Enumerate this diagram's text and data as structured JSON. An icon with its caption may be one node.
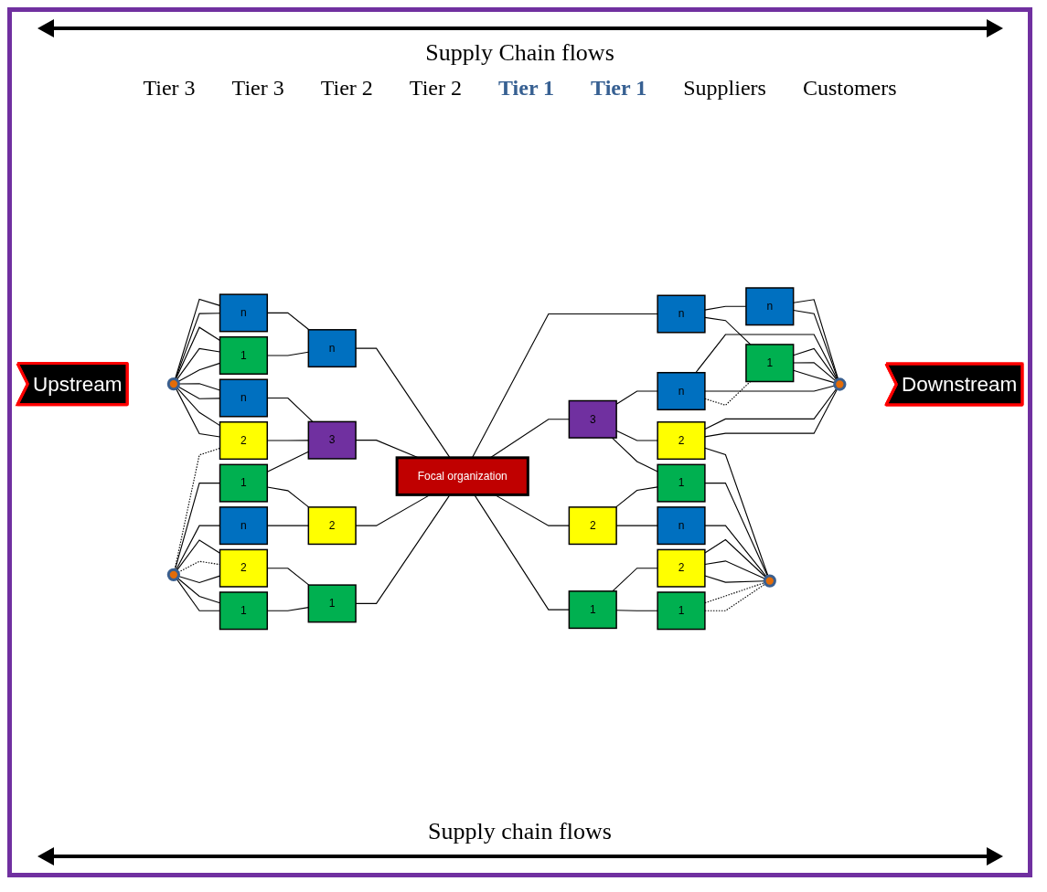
{
  "diagram": {
    "nodes": [
      {
        "text": [
          "Upstream"
        ]
      },
      {
        "text": [],
        "shape": "ellipse"
      },
      {
        "text": [],
        "shape": "ellipse"
      },
      {
        "text": [
          "1"
        ]
      },
      {
        "text": [
          "2"
        ]
      },
      {
        "text": [
          "n"
        ]
      },
      {
        "text": [
          "1"
        ]
      },
      {
        "text": [
          "2"
        ]
      },
      {
        "text": [
          "n"
        ]
      },
      {
        "text": [
          "1"
        ]
      },
      {
        "text": [
          "n"
        ]
      },
      {
        "text": [
          "1"
        ]
      },
      {
        "text": [
          "2"
        ]
      },
      {
        "text": [
          "3"
        ]
      },
      {
        "text": [
          "n"
        ]
      },
      {
        "text": [
          "Focal organization"
        ]
      },
      {
        "text": [
          "1"
        ]
      },
      {
        "text": [
          "2"
        ]
      },
      {
        "text": [
          "3"
        ]
      },
      {
        "text": [
          "n"
        ]
      },
      {
        "text": [
          "1"
        ]
      },
      {
        "text": [
          "2"
        ]
      },
      {
        "text": [
          "n"
        ]
      },
      {
        "text": [
          "1"
        ]
      },
      {
        "text": [
          "2"
        ]
      },
      {
        "text": [
          "n"
        ]
      },
      {
        "text": [
          "1"
        ]
      },
      {
        "text": [
          "n"
        ]
      },
      {
        "text": [],
        "shape": "ellipse"
      },
      {
        "text": [],
        "shape": "ellipse"
      },
      {
        "text": [
          "Downstream"
        ]
      }
    ],
    "edges": [
      {
        "from": 2,
        "to": 3,
        "arrow": "none"
      },
      {
        "from": 2,
        "to": 3,
        "arrow": "none"
      },
      {
        "from": 2,
        "to": 4,
        "arrow": "none"
      },
      {
        "from": 2,
        "to": 4,
        "arrow": "none",
        "style": "dashed"
      },
      {
        "from": 2,
        "to": 4,
        "arrow": "none"
      },
      {
        "from": 2,
        "to": 5,
        "arrow": "none"
      },
      {
        "from": 2,
        "to": 6,
        "arrow": "none"
      },
      {
        "from": 2,
        "to": 7,
        "arrow": "none",
        "style": "dashed"
      },
      {
        "from": 1,
        "to": 7,
        "arrow": "none"
      },
      {
        "from": 1,
        "to": 7,
        "arrow": "none"
      },
      {
        "from": 1,
        "to": 8,
        "arrow": "none"
      },
      {
        "from": 1,
        "to": 8,
        "arrow": "none"
      },
      {
        "from": 1,
        "to": 9,
        "arrow": "none"
      },
      {
        "from": 1,
        "to": 9,
        "arrow": "none"
      },
      {
        "from": 1,
        "to": 9,
        "arrow": "none"
      },
      {
        "from": 1,
        "to": 10,
        "arrow": "none"
      },
      {
        "from": 1,
        "to": 10,
        "arrow": "none"
      },
      {
        "from": 3,
        "to": 11,
        "arrow": "none"
      },
      {
        "from": 4,
        "to": 11,
        "arrow": "none"
      },
      {
        "from": 5,
        "to": 12,
        "arrow": "none"
      },
      {
        "from": 6,
        "to": 12,
        "arrow": "none"
      },
      {
        "from": 6,
        "to": 13,
        "arrow": "none"
      },
      {
        "from": 7,
        "to": 13,
        "arrow": "none"
      },
      {
        "from": 8,
        "to": 13,
        "arrow": "none"
      },
      {
        "from": 9,
        "to": 14,
        "arrow": "none"
      },
      {
        "from": 10,
        "to": 14,
        "arrow": "none"
      },
      {
        "from": 11,
        "to": 15,
        "arrow": "none"
      },
      {
        "from": 12,
        "to": 15,
        "arrow": "none"
      },
      {
        "from": 13,
        "to": 15,
        "arrow": "none"
      },
      {
        "from": 14,
        "to": 15,
        "arrow": "none"
      },
      {
        "from": 15,
        "to": 16,
        "arrow": "none"
      },
      {
        "from": 15,
        "to": 17,
        "arrow": "none"
      },
      {
        "from": 15,
        "to": 18,
        "arrow": "none"
      },
      {
        "from": 15,
        "to": 19,
        "arrow": "none"
      },
      {
        "from": 16,
        "to": 20,
        "arrow": "none"
      },
      {
        "from": 16,
        "to": 21,
        "arrow": "none"
      },
      {
        "from": 17,
        "to": 22,
        "arrow": "none"
      },
      {
        "from": 17,
        "to": 23,
        "arrow": "none"
      },
      {
        "from": 18,
        "to": 23,
        "arrow": "none"
      },
      {
        "from": 18,
        "to": 24,
        "arrow": "none"
      },
      {
        "from": 18,
        "to": 25,
        "arrow": "none"
      },
      {
        "from": 19,
        "to": 26,
        "arrow": "none"
      },
      {
        "from": 19,
        "to": 27,
        "arrow": "none"
      },
      {
        "from": 25,
        "to": 26,
        "arrow": "none",
        "style": "dashed"
      },
      {
        "from": 20,
        "to": 28,
        "arrow": "none",
        "style": "dashed"
      },
      {
        "from": 20,
        "to": 28,
        "arrow": "none",
        "style": "dashed"
      },
      {
        "from": 21,
        "to": 28,
        "arrow": "none"
      },
      {
        "from": 21,
        "to": 28,
        "arrow": "none"
      },
      {
        "from": 21,
        "to": 28,
        "arrow": "none"
      },
      {
        "from": 22,
        "to": 28,
        "arrow": "none"
      },
      {
        "from": 23,
        "to": 28,
        "arrow": "none"
      },
      {
        "from": 24,
        "to": 28,
        "arrow": "none"
      },
      {
        "from": 24,
        "to": 29,
        "arrow": "none"
      },
      {
        "from": 24,
        "to": 29,
        "arrow": "none"
      },
      {
        "from": 25,
        "to": 29,
        "arrow": "none"
      },
      {
        "from": 25,
        "to": 29,
        "arrow": "none"
      },
      {
        "from": 26,
        "to": 29,
        "arrow": "none"
      },
      {
        "from": 26,
        "to": 29,
        "arrow": "none"
      },
      {
        "from": 26,
        "to": 29,
        "arrow": "none"
      },
      {
        "from": 27,
        "to": 29,
        "arrow": "none"
      },
      {
        "from": 27,
        "to": 29,
        "arrow": "none"
      }
    ],
    "labels": [
      "Supply Chain flows",
      "Tier 3",
      "Tier 3",
      "Tier 2",
      "Tier 2",
      "Tier 1",
      "Tier 1",
      "Suppliers",
      "Customers",
      "Supply chain flows"
    ]
  }
}
